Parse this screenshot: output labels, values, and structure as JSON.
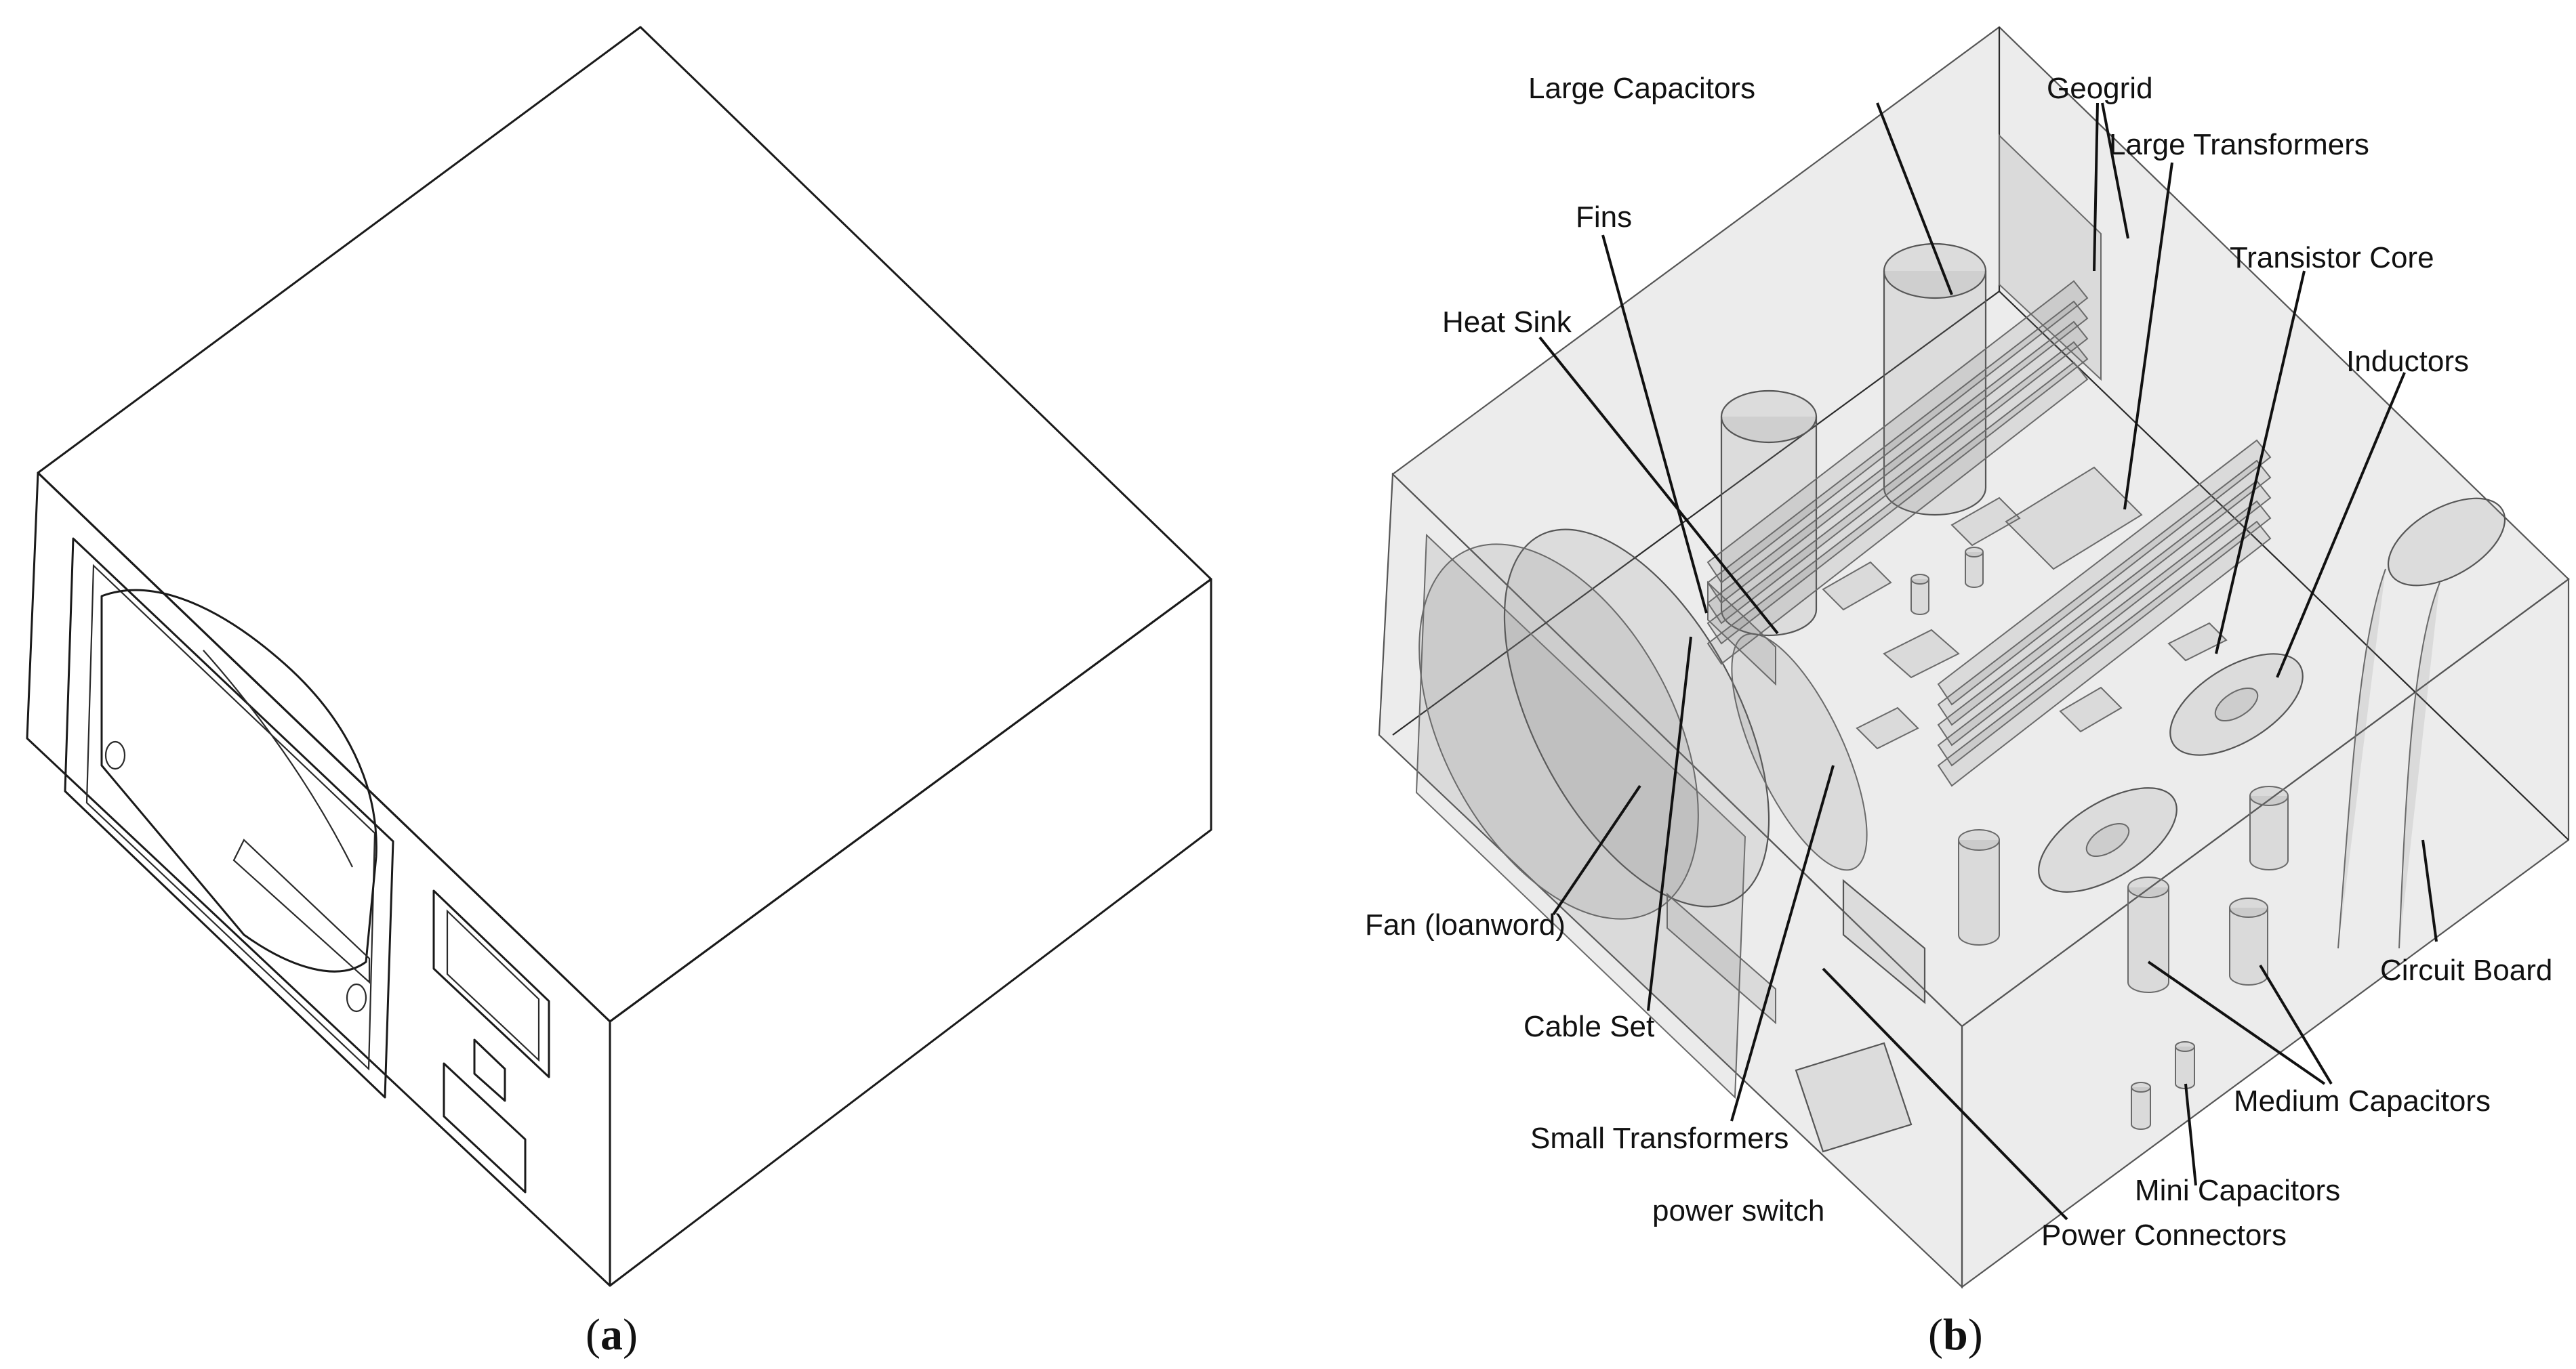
{
  "figure": {
    "panel_a": {
      "caption_open": "(",
      "caption_letter": "a",
      "caption_close": ")"
    },
    "panel_b": {
      "caption_open": "(",
      "caption_letter": "b",
      "caption_close": ")"
    }
  },
  "labels": {
    "large_capacitors": "Large Capacitors",
    "geogrid": "Geogrid",
    "large_transformers": "Large Transformers",
    "fins": "Fins",
    "transistor_core": "Transistor Core",
    "heat_sink": "Heat Sink",
    "inductors": "Inductors",
    "fan": "Fan (loanword)",
    "circuit_board": "Circuit Board",
    "cable_set": "Cable Set",
    "medium_capacitors": "Medium Capacitors",
    "small_transformers": "Small Transformers",
    "mini_capacitors": "Mini Capacitors",
    "power_switch": "power switch",
    "power_connectors": "Power Connectors"
  },
  "colors": {
    "box_top": "#d6d6d6",
    "box_side": "#cfcfcf",
    "box_front": "#c9c9c9",
    "ghost_fill": "#b4b4b4"
  }
}
